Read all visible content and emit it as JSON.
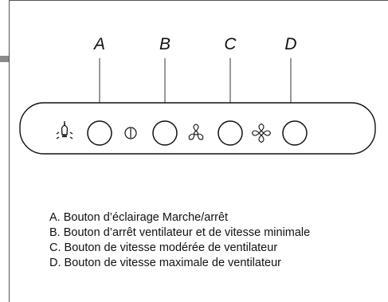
{
  "callouts": {
    "a": "A",
    "b": "B",
    "c": "C",
    "d": "D"
  },
  "panel": {
    "icons": [
      "light-bulb-icon",
      "power-icon",
      "fan-low-icon",
      "fan-high-icon"
    ]
  },
  "legend": {
    "items": [
      "A. Bouton d’éclairage Marche/arrêt",
      "B. Bouton d’arrêt ventilateur et de vitesse minimale",
      "C. Bouton de vitesse modérée de ventilateur",
      "D. Bouton de vitesse maximale de ventilateur"
    ]
  },
  "colors": {
    "stroke": "#111111",
    "frame": "#555555",
    "leader": "#9a9a9a",
    "tab": "#8a8a8a"
  }
}
